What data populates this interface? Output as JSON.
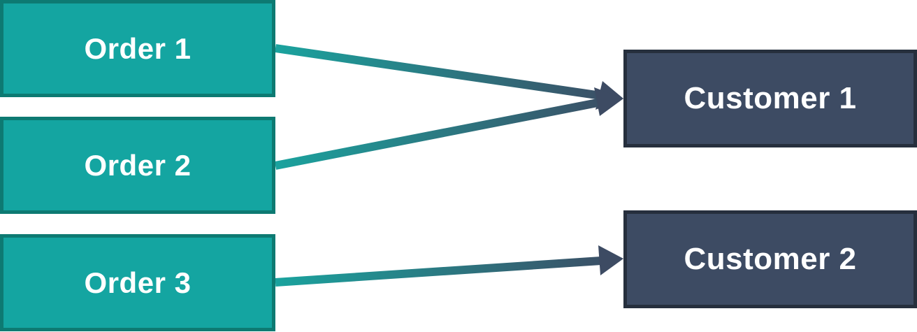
{
  "orders": [
    {
      "label": "Order 1"
    },
    {
      "label": "Order 2"
    },
    {
      "label": "Order 3"
    }
  ],
  "customers": [
    {
      "label": "Customer 1"
    },
    {
      "label": "Customer 2"
    }
  ],
  "links": [
    {
      "from": "Order 1",
      "to": "Customer 1"
    },
    {
      "from": "Order 2",
      "to": "Customer 1"
    },
    {
      "from": "Order 3",
      "to": "Customer 2"
    }
  ],
  "colors": {
    "order_fill": "#14a5a1",
    "order_border": "#0d7a72",
    "customer_fill": "#3d4b63",
    "customer_border": "#262f3d",
    "arrow_start": "#1aa39e",
    "arrow_end": "#3d4b63"
  }
}
